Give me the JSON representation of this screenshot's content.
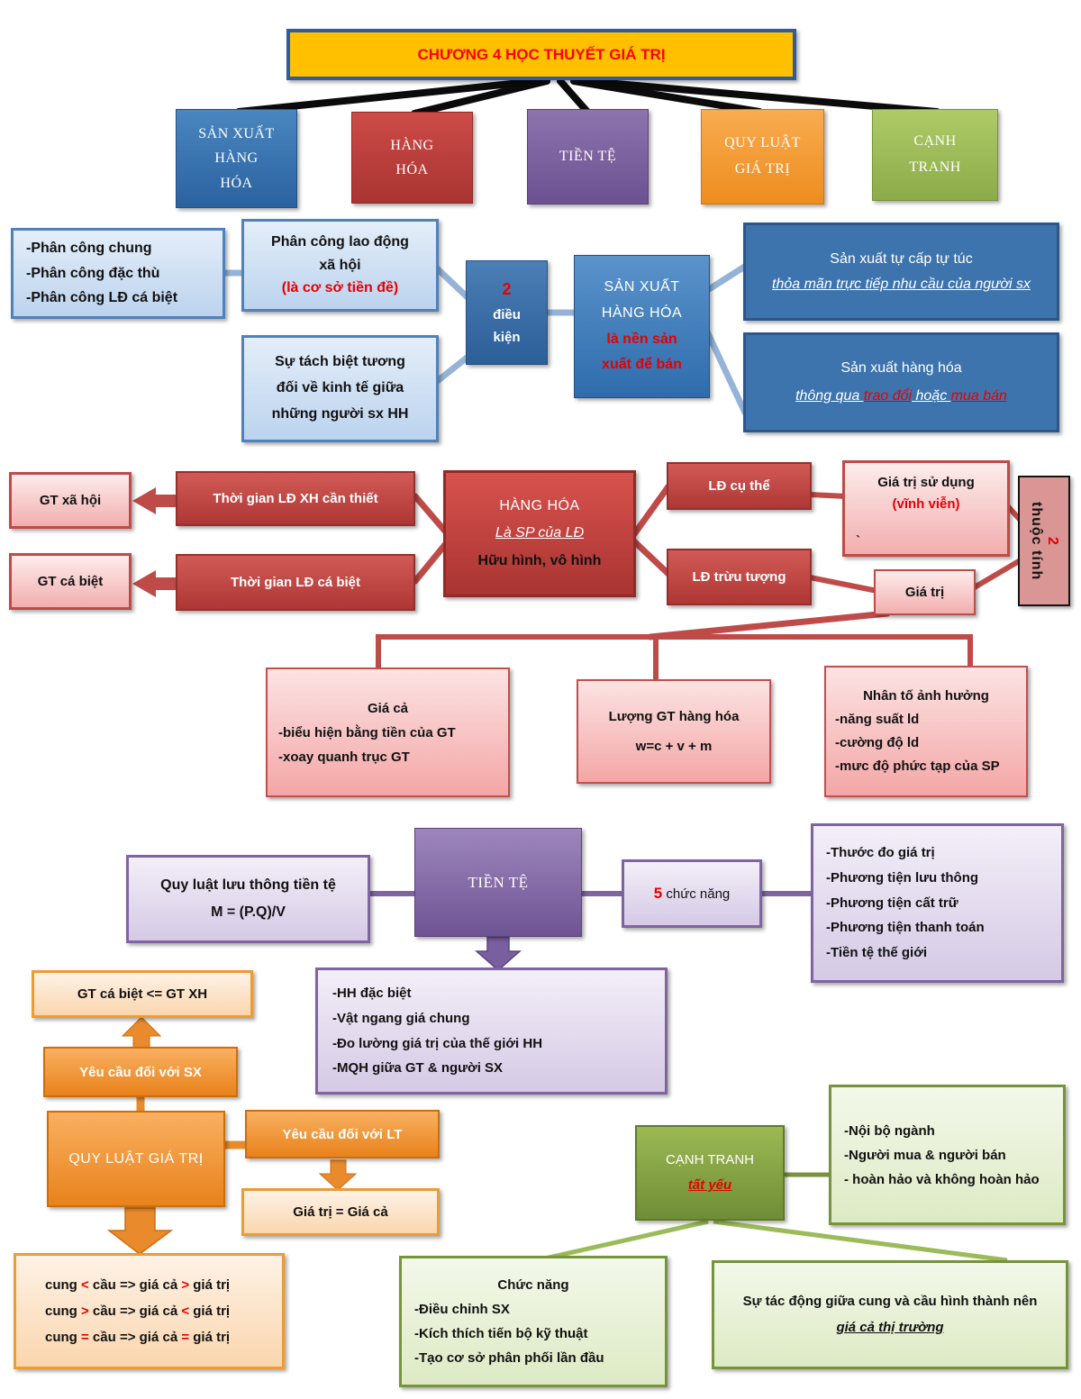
{
  "header": {
    "title": "CHƯƠNG 4 HỌC THUYẾT GIÁ TRỊ"
  },
  "colors": {
    "production_branch": "#2E75B6",
    "commodity_branch": "#C0504D",
    "money_branch": "#8064A2",
    "law_branch": "#ED9B33",
    "competition_branch": "#9BBB59",
    "highlight_red": "#E60000",
    "title_fill": "#FFC000"
  },
  "main_nodes": {
    "san_xuat_hang_hoa": "SẢN XUẤT\nHÀNG\nHÓA",
    "hang_hoa": "HÀNG\nHÓA",
    "tien_te": "TIỀN TỆ",
    "quy_luat_gia_tri": "QUY LUẬT\nGIÁ TRỊ",
    "canh_tranh": "CẠNH\nTRANH"
  },
  "production": {
    "phan_cong_types": [
      "-Phân công chung",
      "-Phân công đặc thù",
      "-Phân công  LĐ cá biệt"
    ],
    "phan_cong_ld": {
      "line1": "Phân công lao động",
      "line2": "xã hội",
      "line3": "(là cơ sở tiền đề)"
    },
    "su_tach_biet": "Sự tách biệt tương\nđối về kinh tế giữa\nnhững người sx HH",
    "dieu_kien": {
      "num": "2",
      "word1": "điều",
      "word2": "kiện"
    },
    "sxhh": {
      "title": "SẢN XUẤT\nHÀNG HÓA",
      "subtitle": "là nền sản\nxuất để bán"
    },
    "tu_cap": {
      "line1": "Sản xuất tự cấp tự túc",
      "line2": "thỏa mãn trực tiếp nhu cầu của người sx"
    },
    "sx_trao_doi": {
      "line1": "Sản xuất hàng hóa",
      "line2_segments": [
        {
          "t": "thông qua ",
          "c": "iu"
        },
        {
          "t": "trao đổi",
          "c": "iu red"
        },
        {
          "t": " hoặc ",
          "c": "iu"
        },
        {
          "t": "mua bán",
          "c": "iu red"
        }
      ]
    }
  },
  "commodity": {
    "gt_xa_hoi": "GT xã hội",
    "gt_ca_biet": "GT cá biệt",
    "tg_ld_xh": "Thời gian LĐ XH cần thiết",
    "tg_ld_cb": "Thời gian LĐ cá biệt",
    "hang_hoa": {
      "title": "HÀNG HÓA",
      "line2": "Là SP của LĐ",
      "line3": "Hữu hình, vô hình"
    },
    "ld_cu_the": "LĐ cụ thể",
    "ld_truu_tuong": "LĐ trừu tượng",
    "gia_tri_su_dung": {
      "line1": "Giá trị sử dụng",
      "line2": "(vĩnh viễn)",
      "mark": "`"
    },
    "gia_tri": "Giá trị",
    "thuoc_tinh": {
      "num": "2",
      "label": " thuộc tính"
    },
    "gia_ca": {
      "title": "Giá cả",
      "lines": [
        "-biểu hiện bằng tiền của GT",
        "-xoay quanh trục GT"
      ]
    },
    "luong_gt": {
      "title": "Lượng GT hàng hóa",
      "formula": "w=c + v + m"
    },
    "nhan_to": {
      "title": "Nhân tố ảnh hưởng",
      "lines": [
        "-năng suất ld",
        "-cường độ ld",
        "-mưc độ phức tạp của SP"
      ]
    }
  },
  "money": {
    "quy_luat": {
      "line1": "Quy luật lưu thông tiền tệ",
      "line2": "M = (P.Q)/V"
    },
    "tien_te": "TIỀN TỆ",
    "chuc_nang": {
      "num": "5",
      "label": " chức năng"
    },
    "functions": [
      "-Thước đo giá trị",
      "-Phương tiện lưu thông",
      "-Phương tiện cất trữ",
      "-Phương tiện thanh toán",
      "-Tiền tệ thế giới"
    ],
    "properties": [
      "-HH đặc biệt",
      "-Vật ngang giá chung",
      "-Đo lường giá trị của thế giới HH",
      "-MQH giữa  GT & người SX"
    ]
  },
  "law_of_value": {
    "gt_compare": "GT cá biệt <= GT XH",
    "yeu_cau_sx": "Yêu cầu đối với SX",
    "quy_luat_gia_tri": "QUY LUẬT GIÁ TRỊ",
    "yeu_cau_lt": "Yêu cầu đối với LT",
    "gia_tri_gia_ca": "Giá trị = Giá cả",
    "supply_demand": {
      "line1": [
        {
          "t": "cung "
        },
        {
          "t": "<",
          "c": "red"
        },
        {
          "t": " cầu => giá cả "
        },
        {
          "t": ">",
          "c": "red"
        },
        {
          "t": " giá trị"
        }
      ],
      "line2": [
        {
          "t": "cung "
        },
        {
          "t": ">",
          "c": "red"
        },
        {
          "t": " cầu => giá cả "
        },
        {
          "t": "<",
          "c": "red"
        },
        {
          "t": " giá trị"
        }
      ],
      "line3": [
        {
          "t": "cung "
        },
        {
          "t": "=",
          "c": "red"
        },
        {
          "t": " cầu => giá cả "
        },
        {
          "t": "=",
          "c": "red"
        },
        {
          "t": " giá trị"
        }
      ]
    }
  },
  "competition": {
    "canh_tranh": {
      "title": "CẠNH TRANH",
      "subtitle": "tất yếu"
    },
    "types": [
      "-Nội bộ ngành",
      "-Người mua & người bán",
      "- hoàn hảo và không hoàn hảo"
    ],
    "chuc_nang": {
      "title": "Chức năng",
      "lines": [
        "-Điều chỉnh SX",
        "-Kích thích tiến bộ kỹ thuật",
        "-Tạo cơ sở phân phối lần đầu"
      ]
    },
    "su_tac_dong_segments": [
      {
        "t": "Sự tác động giữa cung và cầu hình thành nên "
      },
      {
        "t": "giá cả thị trường",
        "c": "iu"
      }
    ]
  }
}
